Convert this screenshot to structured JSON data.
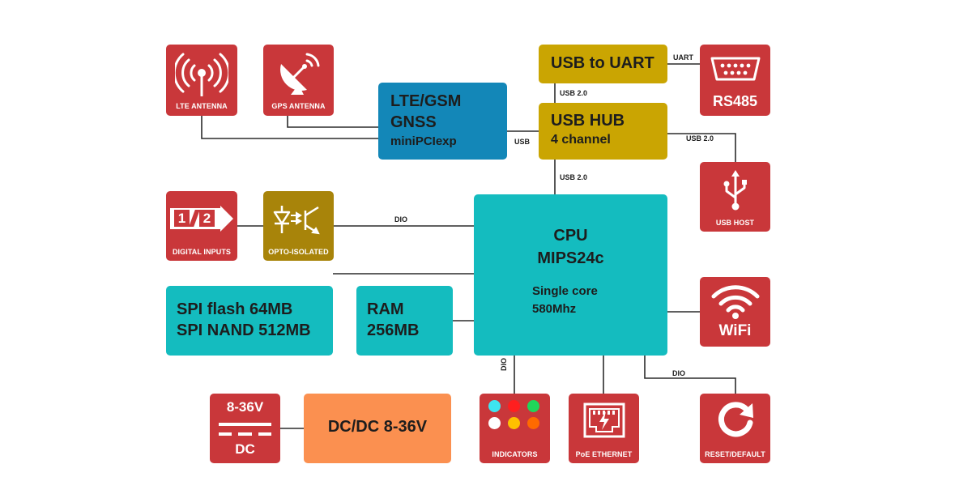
{
  "antennas": {
    "lte": {
      "label": "LTE ANTENNA",
      "icon": "antenna-icon"
    },
    "gps": {
      "label": "GPS ANTENNA",
      "icon": "satellite-dish-icon"
    }
  },
  "modem": {
    "line1": "LTE/GSM",
    "line2": "GNSS",
    "line3": "miniPCIexp"
  },
  "usb_uart": {
    "label": "USB to UART"
  },
  "rs485": {
    "label": "RS485",
    "icon": "serial-port-icon"
  },
  "usb_hub": {
    "line1": "USB HUB",
    "line2": "4 channel"
  },
  "usb_host": {
    "label": "USB HOST",
    "icon": "usb-icon"
  },
  "digital_inputs": {
    "label": "DIGITAL INPUTS",
    "badge_1": "1",
    "badge_2": "2"
  },
  "opto": {
    "label": "OPTO-ISOLATED",
    "icon": "optocoupler-icon"
  },
  "cpu": {
    "line1": "CPU",
    "line2": "MIPS24c",
    "line3": "Single core",
    "line4": "580Mhz"
  },
  "flash": {
    "line1": "SPI flash 64MB",
    "line2": "SPI NAND 512MB"
  },
  "ram": {
    "line1": "RAM",
    "line2": "256MB"
  },
  "wifi": {
    "label": "WiFi",
    "icon": "wifi-icon"
  },
  "power": {
    "voltage": "8-36V",
    "type": "DC",
    "icon": "dc-symbol-icon"
  },
  "dcdc": {
    "label": "DC/DC 8-36V"
  },
  "indicators": {
    "label": "INDICATORS",
    "led_colors": [
      "#3ee5f0",
      "#ff1f1f",
      "#1fd65a",
      "#ffffff",
      "#ffc000",
      "#ff6a00"
    ]
  },
  "poe": {
    "label": "PoE ETHERNET",
    "icon": "ethernet-power-icon"
  },
  "reset": {
    "label": "RESET/DEFAULT",
    "icon": "reset-icon"
  },
  "links": {
    "uart": "UART",
    "usb20_uart_hub": "USB 2.0",
    "usb_modem_hub": "USB",
    "usb20_hub_host": "USB 2.0",
    "usb20_hub_cpu": "USB 2.0",
    "dio_opto": "DIO",
    "dio_indicators": "DIO",
    "dio_reset": "DIO"
  },
  "colors": {
    "red": "#c9373a",
    "gold": "#caa502",
    "olive": "#a8840a",
    "blue": "#1387b8",
    "teal": "#14bcbf",
    "orange": "#fb9050"
  }
}
